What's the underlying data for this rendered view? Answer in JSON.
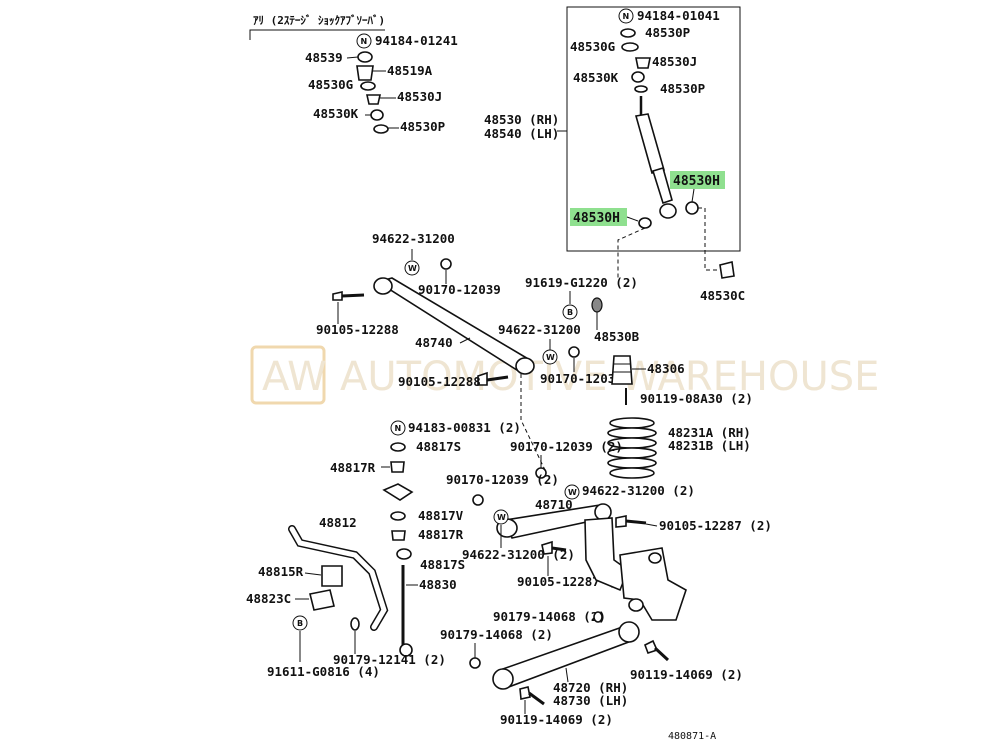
{
  "header": {
    "title": "ｱﾘ (2ｽﾃｰｼﾞ ｼｮｯｸｱﾌﾞｿｰﾊﾞ)"
  },
  "watermark": {
    "logo": "AW",
    "text": "AUTOMOTIVE WAREHOUSE"
  },
  "figure_id": "480871-A",
  "highlight_color": "#8fe08f",
  "labels": {
    "l_94184_left": "94184-01241",
    "l_48539": "48539",
    "l_48519A": "48519A",
    "l_48530G_left": "48530G",
    "l_48530J_left": "48530J",
    "l_48530K_left": "48530K",
    "l_48530P_left": "48530P",
    "l_94184_box": "94184-01041",
    "l_48530G_box": "48530G",
    "l_48530P_box1": "48530P",
    "l_48530J_box": "48530J",
    "l_48530K_box": "48530K",
    "l_48530P_box2": "48530P",
    "l_48530RH": "48530 (RH)",
    "l_48540LH": "48540 (LH)",
    "l_48530H_right": "48530H",
    "l_48530H_left": "48530H",
    "l_48530C": "48530C",
    "l_94622_top": "94622-31200",
    "l_90170_top": "90170-12039",
    "l_91619": "91619-G1220 (2)",
    "l_90105_12288a": "90105-12288",
    "l_48740": "48740",
    "l_94622_mid": "94622-31200",
    "l_48530B": "48530B",
    "l_90170_mid": "90170-12039",
    "l_90105_12288b": "90105-12288",
    "l_48306": "48306",
    "l_90119_08A30": "90119-08A30 (2)",
    "l_94183": "94183-00831 (2)",
    "l_48817S_a": "48817S",
    "l_48231A": "48231A (RH)",
    "l_48231B": "48231B (LH)",
    "l_90170_2a": "90170-12039 (2)",
    "l_48817R_a": "48817R",
    "l_90170_2b": "90170-12039 (2)",
    "l_94622_2": "94622-31200 (2)",
    "l_48710": "48710",
    "l_48812": "48812",
    "l_48817V": "48817V",
    "l_90105_12287a": "90105-12287 (2)",
    "l_48817R_b": "48817R",
    "l_94622_2b": "94622-31200 (2)",
    "l_48815R": "48815R",
    "l_48817S_b": "48817S",
    "l_48830": "48830",
    "l_90105_12287b": "90105-12287 (2)",
    "l_48823C": "48823C",
    "l_90179_14068a": "90179-14068 (2)",
    "l_90179_14068b": "90179-14068 (2)",
    "l_91611": "91611-G0816 (4)",
    "l_90179_12141": "90179-12141 (2)",
    "l_90119_14069a": "90119-14069 (2)",
    "l_48720": "48720 (RH)",
    "l_48730": "48730 (LH)",
    "l_90119_14069b": "90119-14069 (2)"
  },
  "markers": {
    "N": "N",
    "W": "W",
    "B": "B"
  }
}
